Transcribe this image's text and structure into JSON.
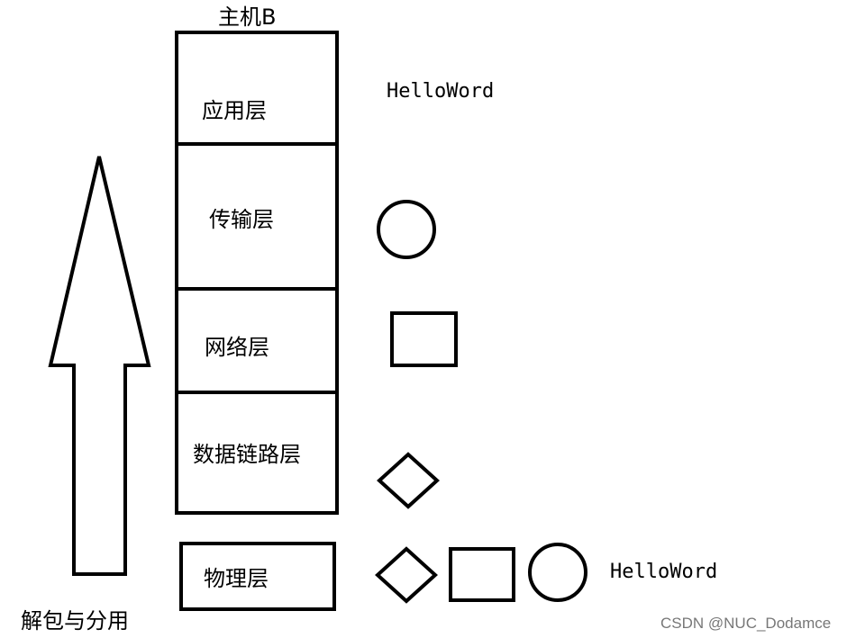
{
  "host": {
    "title": "主机B"
  },
  "layers": [
    {
      "name": "应用层"
    },
    {
      "name": "传输层"
    },
    {
      "name": "网络层"
    },
    {
      "name": "数据链路层"
    }
  ],
  "physical": {
    "name": "物理层"
  },
  "messages": {
    "app_data": "HelloWord",
    "physical_data": "HelloWord"
  },
  "arrow": {
    "label": "解包与分用"
  },
  "watermark": "CSDN @NUC_Dodamce"
}
